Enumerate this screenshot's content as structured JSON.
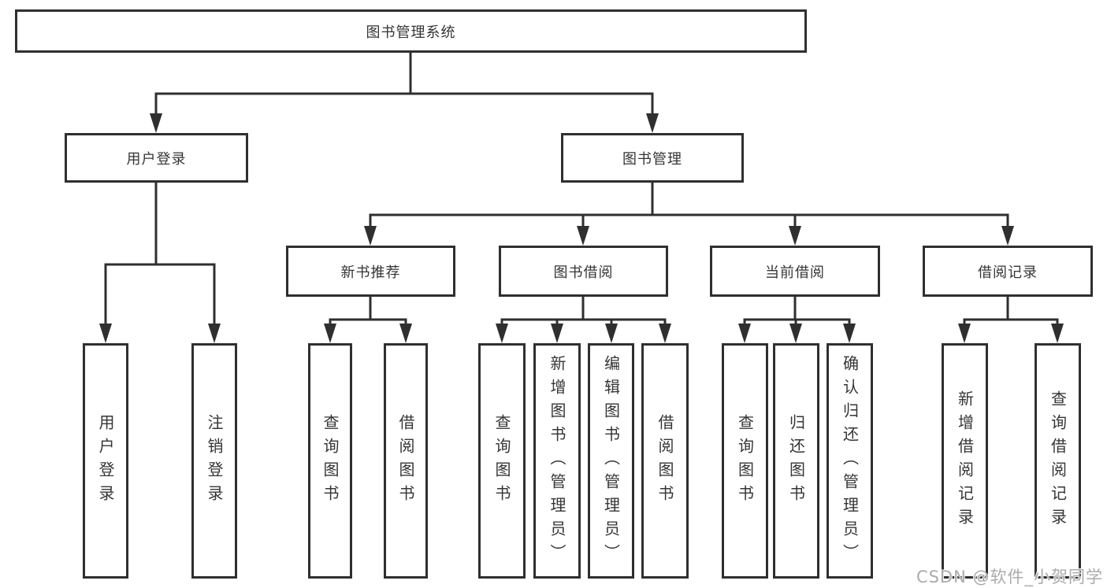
{
  "diagram": {
    "type": "hierarchy-diagram",
    "root": {
      "label": "图书管理系统"
    },
    "branches": [
      {
        "label": "用户登录",
        "children": [
          {
            "label": "用户登录"
          },
          {
            "label": "注销登录"
          }
        ]
      },
      {
        "label": "图书管理",
        "children": [
          {
            "label": "新书推荐",
            "children": [
              {
                "label": "查询图书"
              },
              {
                "label": "借阅图书"
              }
            ]
          },
          {
            "label": "图书借阅",
            "children": [
              {
                "label": "查询图书"
              },
              {
                "label": "新增图书（管理员）"
              },
              {
                "label": "编辑图书（管理员）"
              },
              {
                "label": "借阅图书"
              }
            ]
          },
          {
            "label": "当前借阅",
            "children": [
              {
                "label": "查询图书"
              },
              {
                "label": "归还图书"
              },
              {
                "label": "确认归还（管理员）"
              }
            ]
          },
          {
            "label": "借阅记录",
            "children": [
              {
                "label": "新增借阅记录"
              },
              {
                "label": "查询借阅记录"
              }
            ]
          }
        ]
      }
    ]
  },
  "watermark": {
    "text": "CSDN @软件_小贺同学"
  },
  "colors": {
    "background": "#ffffff",
    "stroke": "#2f2f2f",
    "text": "#353535",
    "watermark": "#ababab"
  }
}
